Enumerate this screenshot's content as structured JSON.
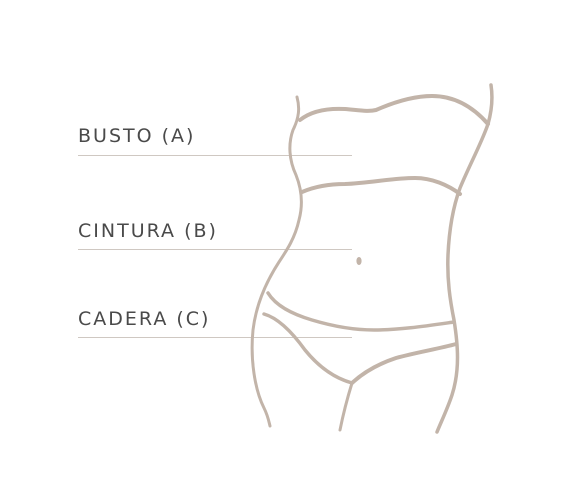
{
  "measurements": {
    "bust": {
      "label": "BUSTO (A)"
    },
    "waist": {
      "label": "CINTURA (B)"
    },
    "hip": {
      "label": "CADERA (C)"
    }
  },
  "colors": {
    "label_text": "#4a4a4a",
    "rule_line": "#cfc8c2",
    "figure_stroke": "#c2b4a9",
    "background": "#ffffff"
  }
}
